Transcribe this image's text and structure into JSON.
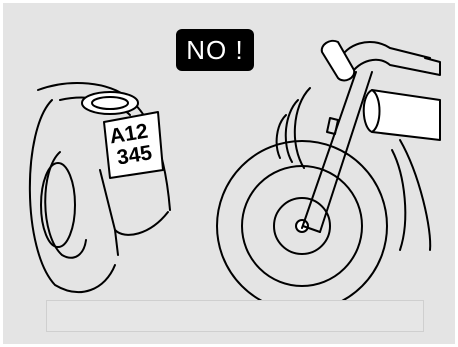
{
  "banner": {
    "text": "NO !"
  },
  "plate": {
    "line1": "A12",
    "line2": "345"
  },
  "colors": {
    "background": "#e4e4e4",
    "ink": "#000000",
    "badge": "#000000",
    "badge_text": "#ffffff",
    "fill_white": "#ffffff"
  },
  "icons": [
    "rear-wheel-with-license-plate",
    "front-wheel-with-fork-and-headlight",
    "vibration-waves"
  ]
}
